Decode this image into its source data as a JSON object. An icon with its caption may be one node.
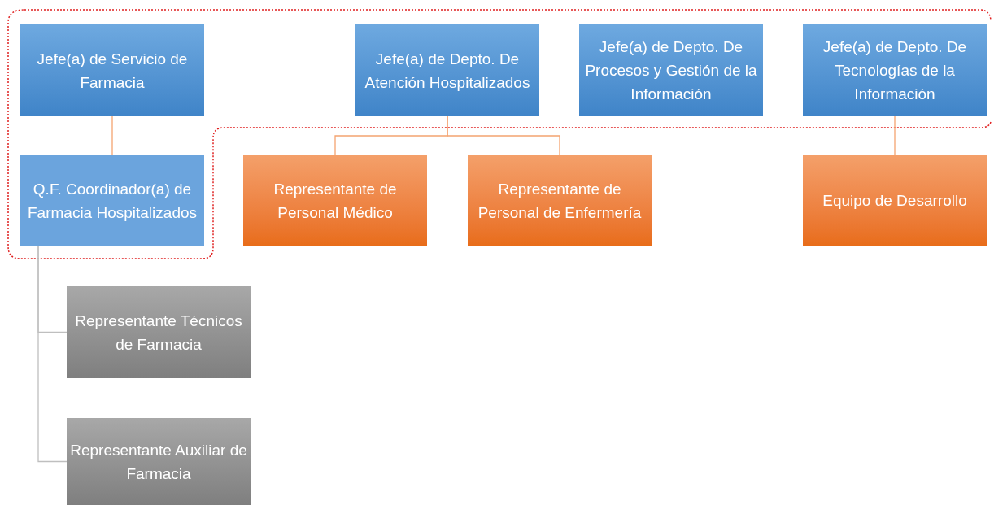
{
  "diagram": {
    "nodes": [
      {
        "text": [
          "Jefe(a) de Servicio de Farmacia"
        ]
      },
      {
        "text": [
          "Q.F. Coordinador(a) de Farmacia Hospitalizados"
        ]
      },
      {
        "text": [
          "Representante Técnicos de Farmacia"
        ]
      },
      {
        "text": [
          "Representante Auxiliar de Farmacia"
        ]
      },
      {
        "text": [
          "Jefe(a) de Depto. De Atención Hospitalizados"
        ]
      },
      {
        "text": [
          "Representante de Personal Médico"
        ]
      },
      {
        "text": [
          "Representante de Personal de Enfermería"
        ]
      },
      {
        "text": [
          "Jefe(a) de Depto. De Procesos y Gestión de la Información"
        ]
      },
      {
        "text": [
          "Jefe(a) de Depto. De Tecnologías de la Información"
        ]
      },
      {
        "text": [
          "Equipo de Desarrollo"
        ]
      }
    ],
    "edges": [
      {
        "from": 0,
        "to": 1,
        "arrow": "none"
      },
      {
        "from": 1,
        "to": 2,
        "arrow": "none",
        "color": "#bfbfbf"
      },
      {
        "from": 1,
        "to": 3,
        "arrow": "none",
        "color": "#bfbfbf"
      },
      {
        "from": 4,
        "to": 5,
        "arrow": "none"
      },
      {
        "from": 4,
        "to": 6,
        "arrow": "none"
      },
      {
        "from": 8,
        "to": 9,
        "arrow": "none"
      }
    ]
  }
}
